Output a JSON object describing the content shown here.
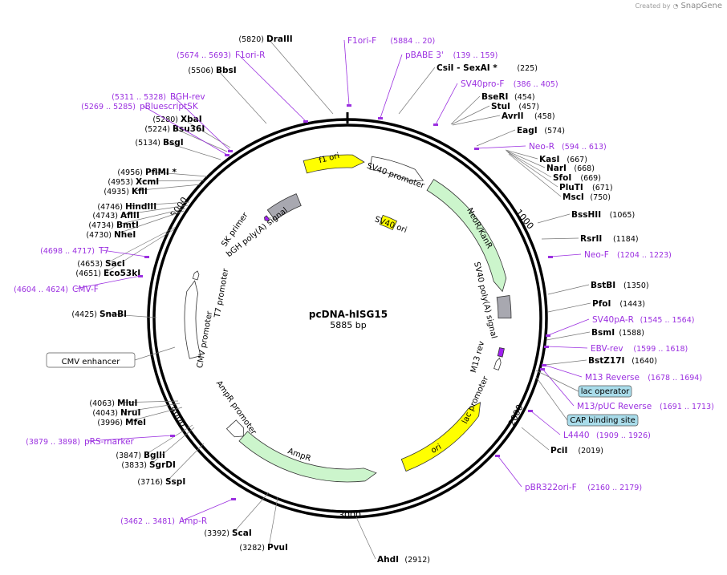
{
  "watermark": {
    "created_by": "Created by",
    "brand": "SnapGene"
  },
  "plasmid": {
    "name": "pcDNA-hISG15",
    "length": 5885,
    "length_label": "5885 bp"
  },
  "tick_labels": [
    "1000",
    "2000",
    "3000",
    "4000",
    "5000"
  ],
  "sites": [
    {
      "name": "DraIII",
      "pos": 5820,
      "label": "(5820)"
    },
    {
      "name": "BbsI",
      "pos": 5506,
      "label": "(5506)"
    },
    {
      "name": "XbaI",
      "pos": 5280,
      "label": "(5280)"
    },
    {
      "name": "Bsu36I",
      "pos": 5224,
      "label": "(5224)"
    },
    {
      "name": "BsgI",
      "pos": 5134,
      "label": "(5134)"
    },
    {
      "name": "PflMI *",
      "pos": 4956,
      "label": "(4956)"
    },
    {
      "name": "XcmI",
      "pos": 4953,
      "label": "(4953)"
    },
    {
      "name": "KflI",
      "pos": 4935,
      "label": "(4935)"
    },
    {
      "name": "HindIII",
      "pos": 4746,
      "label": "(4746)"
    },
    {
      "name": "AflII",
      "pos": 4743,
      "label": "(4743)"
    },
    {
      "name": "BmtI",
      "pos": 4734,
      "label": "(4734)"
    },
    {
      "name": "NheI",
      "pos": 4730,
      "label": "(4730)"
    },
    {
      "name": "SacI",
      "pos": 4653,
      "label": "(4653)"
    },
    {
      "name": "Eco53kI",
      "pos": 4651,
      "label": "(4651)"
    },
    {
      "name": "SnaBI",
      "pos": 4425,
      "label": "(4425)"
    },
    {
      "name": "MluI",
      "pos": 4063,
      "label": "(4063)"
    },
    {
      "name": "NruI",
      "pos": 4043,
      "label": "(4043)"
    },
    {
      "name": "MfeI",
      "pos": 3996,
      "label": "(3996)"
    },
    {
      "name": "BglII",
      "pos": 3847,
      "label": "(3847)"
    },
    {
      "name": "SgrDI",
      "pos": 3833,
      "label": "(3833)"
    },
    {
      "name": "SspI",
      "pos": 3716,
      "label": "(3716)"
    },
    {
      "name": "ScaI",
      "pos": 3392,
      "label": "(3392)"
    },
    {
      "name": "PvuI",
      "pos": 3282,
      "label": "(3282)"
    },
    {
      "name": "AhdI",
      "pos": 2912,
      "label": "(2912)"
    },
    {
      "name": "PciI",
      "pos": 2019,
      "label": "(2019)"
    },
    {
      "name": "BstZ17I",
      "pos": 1640,
      "label": "(1640)"
    },
    {
      "name": "BsmI",
      "pos": 1588,
      "label": "(1588)"
    },
    {
      "name": "PfoI",
      "pos": 1443,
      "label": "(1443)"
    },
    {
      "name": "BstBI",
      "pos": 1350,
      "label": "(1350)"
    },
    {
      "name": "RsrII",
      "pos": 1184,
      "label": "(1184)"
    },
    {
      "name": "BssHII",
      "pos": 1065,
      "label": "(1065)"
    },
    {
      "name": "MscI",
      "pos": 750,
      "label": "(750)"
    },
    {
      "name": "PluTI",
      "pos": 671,
      "label": "(671)"
    },
    {
      "name": "SfoI",
      "pos": 669,
      "label": "(669)"
    },
    {
      "name": "NarI",
      "pos": 668,
      "label": "(668)"
    },
    {
      "name": "KasI",
      "pos": 667,
      "label": "(667)"
    },
    {
      "name": "EagI",
      "pos": 574,
      "label": "(574)"
    },
    {
      "name": "AvrII",
      "pos": 458,
      "label": "(458)"
    },
    {
      "name": "StuI",
      "pos": 457,
      "label": "(457)"
    },
    {
      "name": "BseRI",
      "pos": 454,
      "label": "(454)"
    },
    {
      "name": "CsiI - SexAI *",
      "pos": 225,
      "label": "(225)"
    }
  ],
  "primers": [
    {
      "name": "F1ori-F",
      "start": 5884,
      "end": 20,
      "label": "(5884 .. 20)"
    },
    {
      "name": "F1ori-R",
      "start": 5674,
      "end": 5693,
      "label": "(5674 .. 5693)"
    },
    {
      "name": "BGH-rev",
      "start": 5311,
      "end": 5328,
      "label": "(5311 .. 5328)"
    },
    {
      "name": "pBluescriptSK",
      "start": 5269,
      "end": 5285,
      "label": "(5269 .. 5285)"
    },
    {
      "name": "T7",
      "start": 4698,
      "end": 4717,
      "label": "(4698 .. 4717)"
    },
    {
      "name": "CMV-F",
      "start": 4604,
      "end": 4624,
      "label": "(4604 .. 4624)"
    },
    {
      "name": "pRS-marker",
      "start": 3879,
      "end": 3898,
      "label": "(3879 .. 3898)"
    },
    {
      "name": "Amp-R",
      "start": 3462,
      "end": 3481,
      "label": "(3462 .. 3481)"
    },
    {
      "name": "pBR322ori-F",
      "start": 2160,
      "end": 2179,
      "label": "(2160 .. 2179)"
    },
    {
      "name": "L4440",
      "start": 1909,
      "end": 1926,
      "label": "(1909 .. 1926)"
    },
    {
      "name": "M13/pUC Reverse",
      "start": 1691,
      "end": 1713,
      "label": "(1691 .. 1713)"
    },
    {
      "name": "M13 Reverse",
      "start": 1678,
      "end": 1694,
      "label": "(1678 .. 1694)"
    },
    {
      "name": "EBV-rev",
      "start": 1599,
      "end": 1618,
      "label": "(1599 .. 1618)"
    },
    {
      "name": "SV40pA-R",
      "start": 1545,
      "end": 1564,
      "label": "(1545 .. 1564)"
    },
    {
      "name": "Neo-F",
      "start": 1204,
      "end": 1223,
      "label": "(1204 .. 1223)"
    },
    {
      "name": "Neo-R",
      "start": 594,
      "end": 613,
      "label": "(594 .. 613)"
    },
    {
      "name": "SV40pro-F",
      "start": 386,
      "end": 405,
      "label": "(386 .. 405)"
    },
    {
      "name": "pBABE 3'",
      "start": 139,
      "end": 159,
      "label": "(139 .. 159)"
    }
  ],
  "boxed_labels": [
    "CMV enhancer",
    "lac operator",
    "CAP binding site"
  ],
  "features": [
    {
      "name": "f1 ori",
      "start": 5630,
      "end": 100,
      "color": "#ffff00"
    },
    {
      "name": "SV40 promoter",
      "start": 140,
      "end": 470,
      "color": "#ffffff"
    },
    {
      "name": "SV40 ori",
      "start": 310,
      "end": 440,
      "color": "#ffff00"
    },
    {
      "name": "NeoR/KanR",
      "start": 520,
      "end": 1310,
      "color": "#ccf5cc"
    },
    {
      "name": "SV40 poly(A) signal",
      "start": 1340,
      "end": 1470,
      "color": "#a8a8b0"
    },
    {
      "name": "M13 rev",
      "start": 1650,
      "end": 1700,
      "color": "#a020f0"
    },
    {
      "name": "lac promoter",
      "start": 1710,
      "end": 1780,
      "color": "#ffffff"
    },
    {
      "name": "ori",
      "start": 2000,
      "end": 2600,
      "color": "#ffff00"
    },
    {
      "name": "AmpR",
      "start": 2770,
      "end": 3620,
      "color": "#ccf5cc"
    },
    {
      "name": "AmpR promoter",
      "start": 3620,
      "end": 3720,
      "color": "#ffffff"
    },
    {
      "name": "CMV promoter",
      "start": 4180,
      "end": 4640,
      "color": "#ffffff"
    },
    {
      "name": "T7 promoter",
      "start": 4650,
      "end": 4700,
      "color": "#ffffff"
    },
    {
      "name": "SK primer",
      "start": 5230,
      "end": 5260,
      "color": "#a020f0"
    },
    {
      "name": "bGH poly(A) signal",
      "start": 5290,
      "end": 5520,
      "color": "#a8a8b0"
    }
  ],
  "colors": {
    "backbone": "#000000",
    "site_text": "#000000",
    "primer": "#9b30e0",
    "feature_stroke": "#333333"
  }
}
